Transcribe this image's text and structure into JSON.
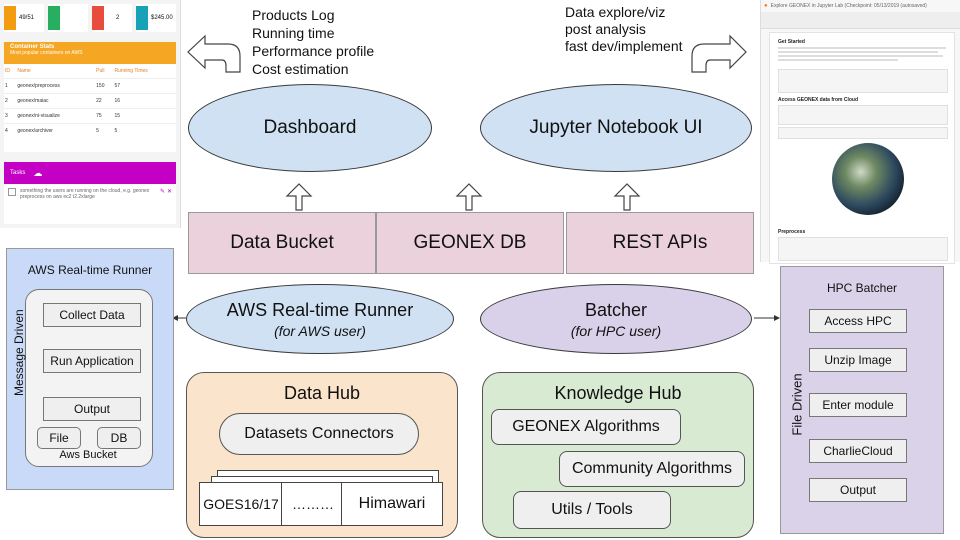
{
  "dashboard_features": [
    "Products Log",
    "Running time",
    "Performance profile",
    "Cost estimation"
  ],
  "notebook_features": [
    "Data explore/viz",
    "post analysis",
    "fast dev/implement"
  ],
  "dashboard": {
    "label": "Dashboard"
  },
  "jupyter": {
    "label": "Jupyter Notebook UI"
  },
  "storage": {
    "data_bucket": "Data Bucket",
    "geonex_db": "GEONEX DB",
    "rest_apis": "REST APIs"
  },
  "aws_runner": {
    "title": "AWS Real-time Runner",
    "subtitle": "(for AWS user)"
  },
  "batcher": {
    "title": "Batcher",
    "subtitle": "(for HPC user)"
  },
  "data_hub": {
    "title": "Data Hub",
    "connectors": "Datasets Connectors",
    "sources": [
      "GOES16/17",
      "………",
      "Himawari"
    ]
  },
  "knowledge_hub": {
    "title": "Knowledge Hub",
    "items": [
      "GEONEX Algorithms",
      "Community Algorithms",
      "Utils / Tools"
    ]
  },
  "aws_panel": {
    "title": "AWS Real-time Runner",
    "side_label": "Message Driven",
    "steps": [
      "Collect Data",
      "Run Application",
      "Output"
    ],
    "file": "File",
    "db": "DB",
    "bucket": "Aws Bucket"
  },
  "hpc_panel": {
    "title": "HPC Batcher",
    "side_label": "File Driven",
    "steps": [
      "Access HPC",
      "Unzip Image",
      "Enter module",
      "CharlieCloud",
      "Output"
    ]
  },
  "dash_shot": {
    "stats": [
      {
        "value": "49/51",
        "color": "#f39c12"
      },
      {
        "value": "",
        "color": "#27ae60"
      },
      {
        "value": "2",
        "color": "#e74c3c"
      },
      {
        "value": "$245.00",
        "color": "#17a2b8"
      }
    ],
    "panel_title": "Container Stats",
    "panel_subtitle": "Most popular containers on AWS",
    "columns": [
      "ID",
      "Name",
      "Pull",
      "Running Times"
    ],
    "rows": [
      [
        "1",
        "geonex/preprocess",
        "150",
        "57"
      ],
      [
        "2",
        "geonex/maiac",
        "22",
        "16"
      ],
      [
        "3",
        "geonex/ni-visualize",
        "75",
        "15"
      ],
      [
        "4",
        "geonex/archiver",
        "5",
        "5"
      ]
    ],
    "tasks_label": "Tasks",
    "task_text": "something the users are running on the cloud, e.g. geonex preprocess on aws ec2 t2.2xlarge"
  },
  "nb_shot": {
    "title": "Explore GEONEX in Jupyter Lab (Checkpoint: 05/13/2019 (autosaved)",
    "heading1": "Get Started",
    "heading2": "Access GEONEX data from Cloud",
    "heading3": "Preprocess"
  }
}
